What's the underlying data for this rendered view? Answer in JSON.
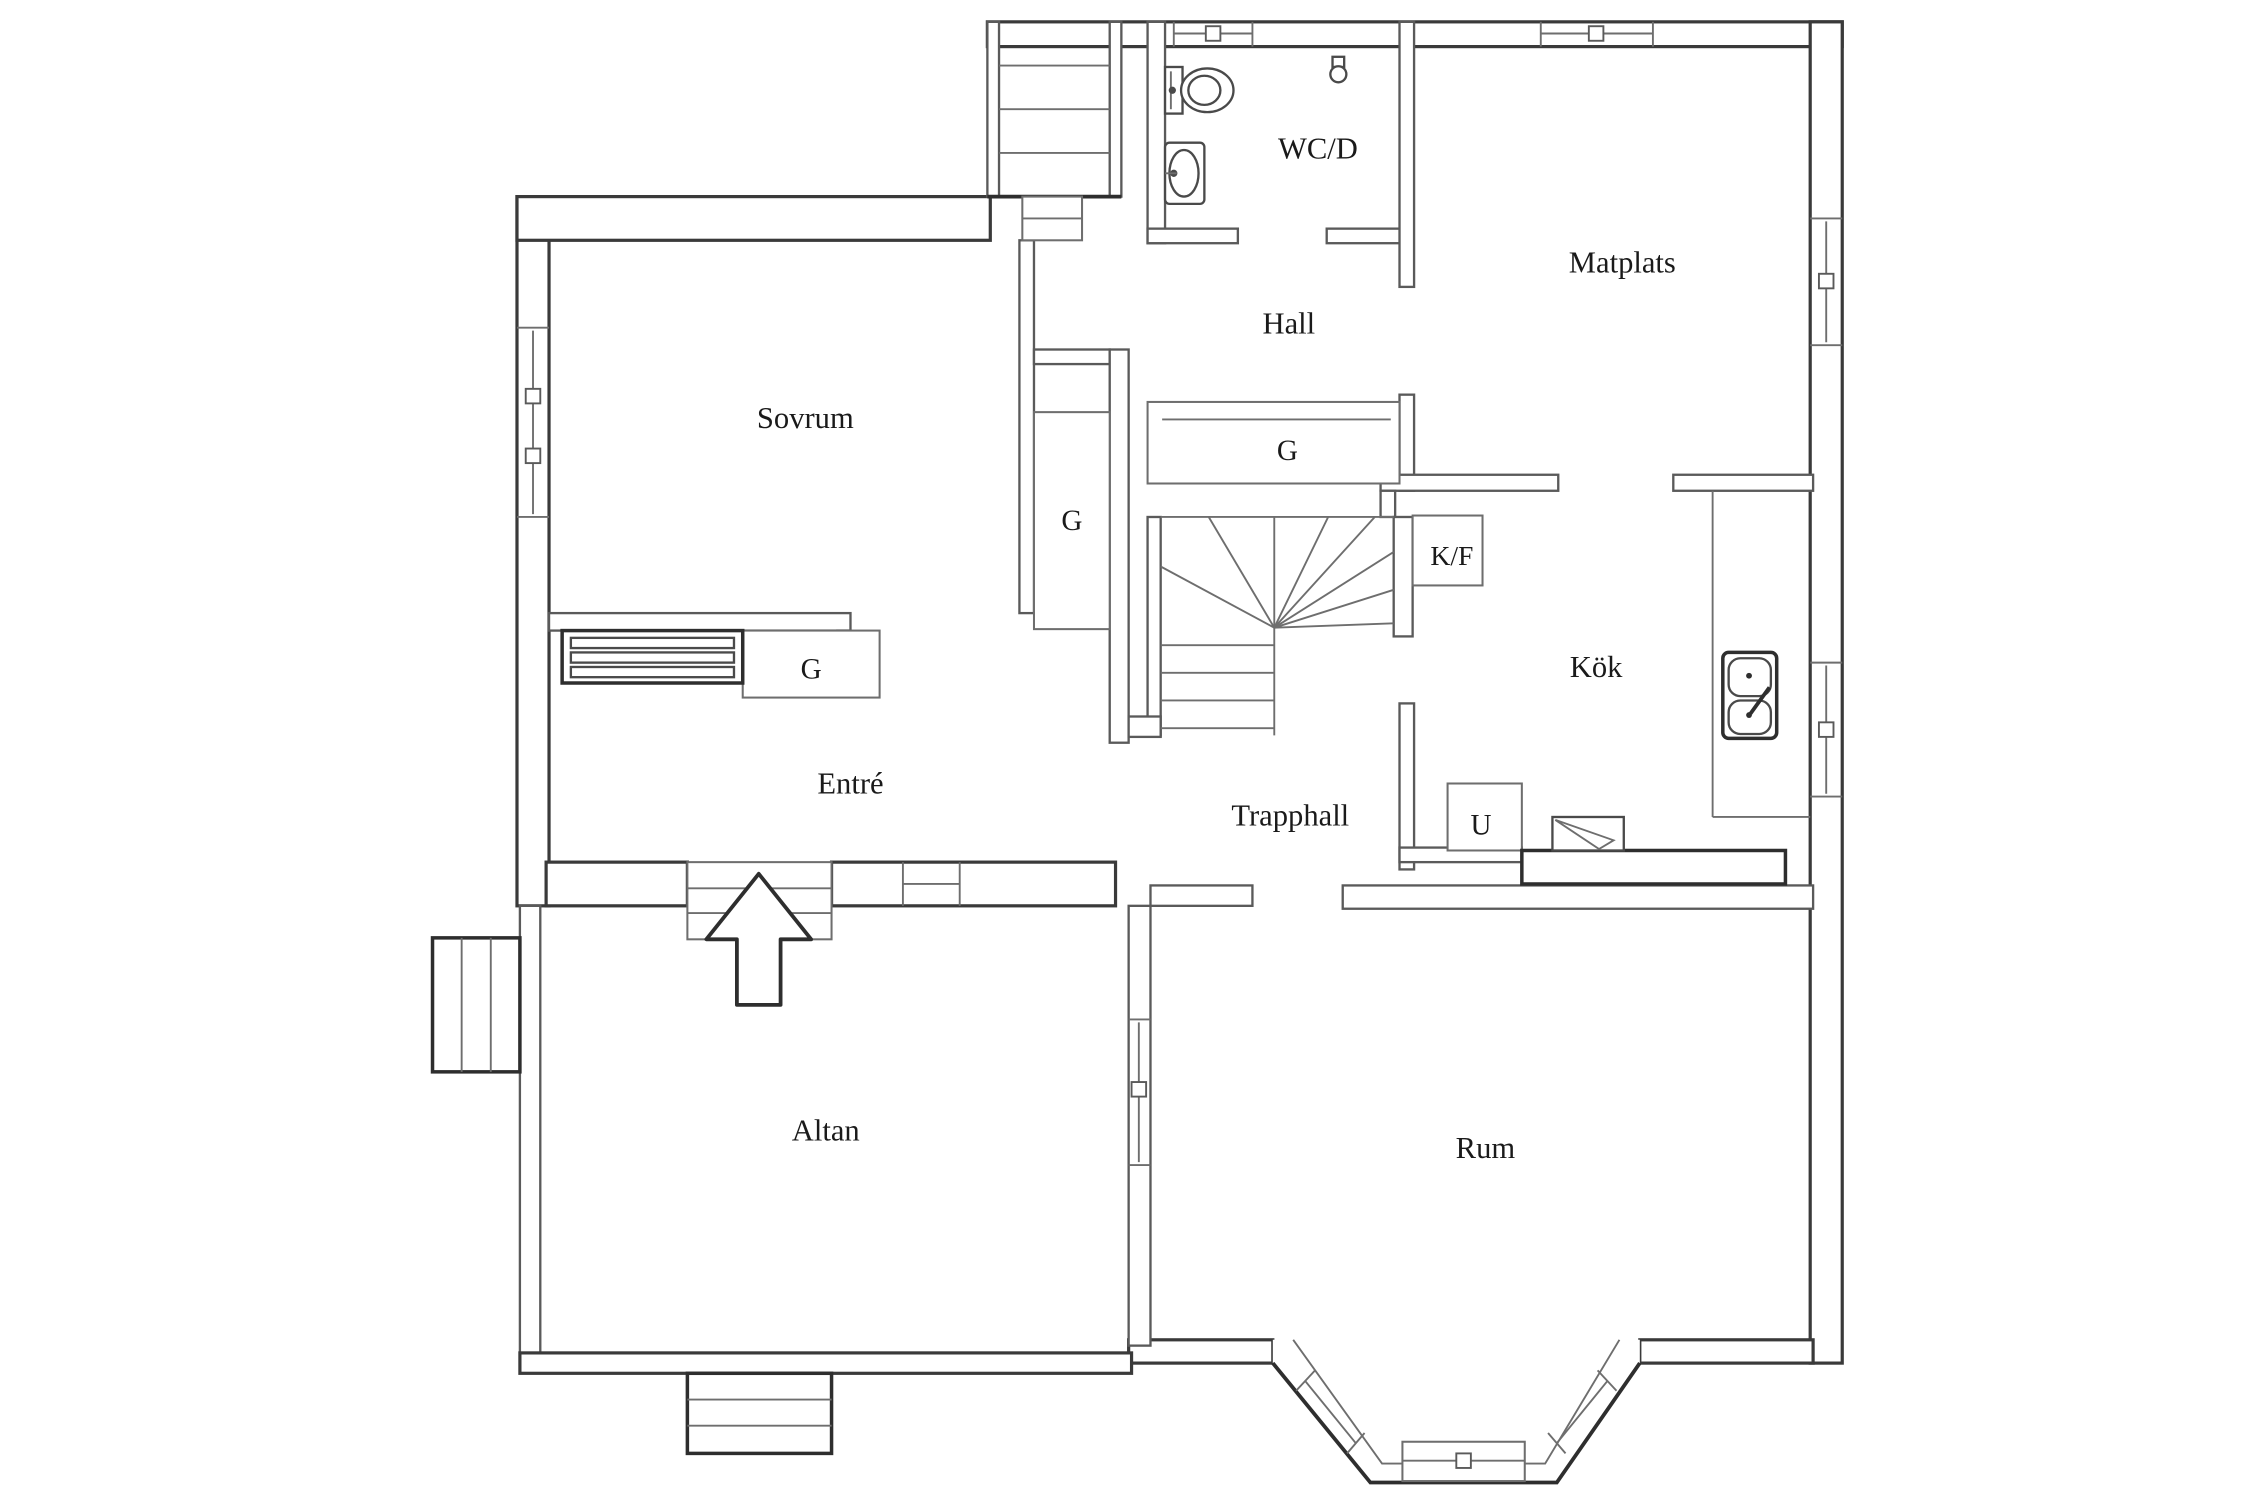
{
  "labels": [
    {
      "id": "sovrum",
      "text": "Sovrum"
    },
    {
      "id": "hall",
      "text": "Hall"
    },
    {
      "id": "wcd",
      "text": "WC/D"
    },
    {
      "id": "matplats",
      "text": "Matplats"
    },
    {
      "id": "kok",
      "text": "Kök"
    },
    {
      "id": "entre",
      "text": "Entré"
    },
    {
      "id": "trapphall",
      "text": "Trapphall"
    },
    {
      "id": "altan",
      "text": "Altan"
    },
    {
      "id": "rum",
      "text": "Rum"
    },
    {
      "id": "g-hall-closet",
      "text": "G"
    },
    {
      "id": "g-column-closet",
      "text": "G"
    },
    {
      "id": "g-entre-closet",
      "text": "G"
    },
    {
      "id": "kf-closet",
      "text": "K/F"
    },
    {
      "id": "u-closet",
      "text": "U"
    }
  ],
  "colors": {
    "background": "#ffffff",
    "wall_outline": "#3a3a3a",
    "interior_line": "#5a5a5a",
    "detail_line": "#6e6e6e",
    "emphasis_line": "#2e2e2e",
    "text": "#1a1a1a"
  },
  "icons": [
    "toilet-icon",
    "washbasin-icon",
    "shower-icon",
    "kitchen-double-sink-icon",
    "winder-stairs",
    "upper-stairs",
    "entry-arrow-icon",
    "wardrobe-shelves",
    "kitchen-counter",
    "appliance-fold-mark",
    "window-marker"
  ]
}
